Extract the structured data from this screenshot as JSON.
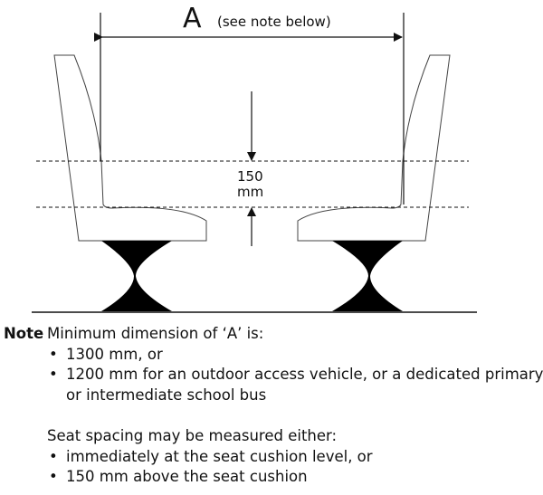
{
  "diagram": {
    "dimension_label": "A",
    "dimension_note": "(see note below)",
    "gap_value": "150",
    "gap_unit": "mm"
  },
  "note": {
    "heading": "Note",
    "intro": "Minimum dimension of ‘A’ is:",
    "min_items": [
      "1300 mm, or",
      "1200 mm for an outdoor access vehicle, or a dedicated primary",
      "or intermediate school bus"
    ],
    "spacing_intro": "Seat spacing may be measured either:",
    "spacing_items": [
      "immediately at the seat cushion level, or",
      "150 mm above the seat cushion"
    ]
  }
}
